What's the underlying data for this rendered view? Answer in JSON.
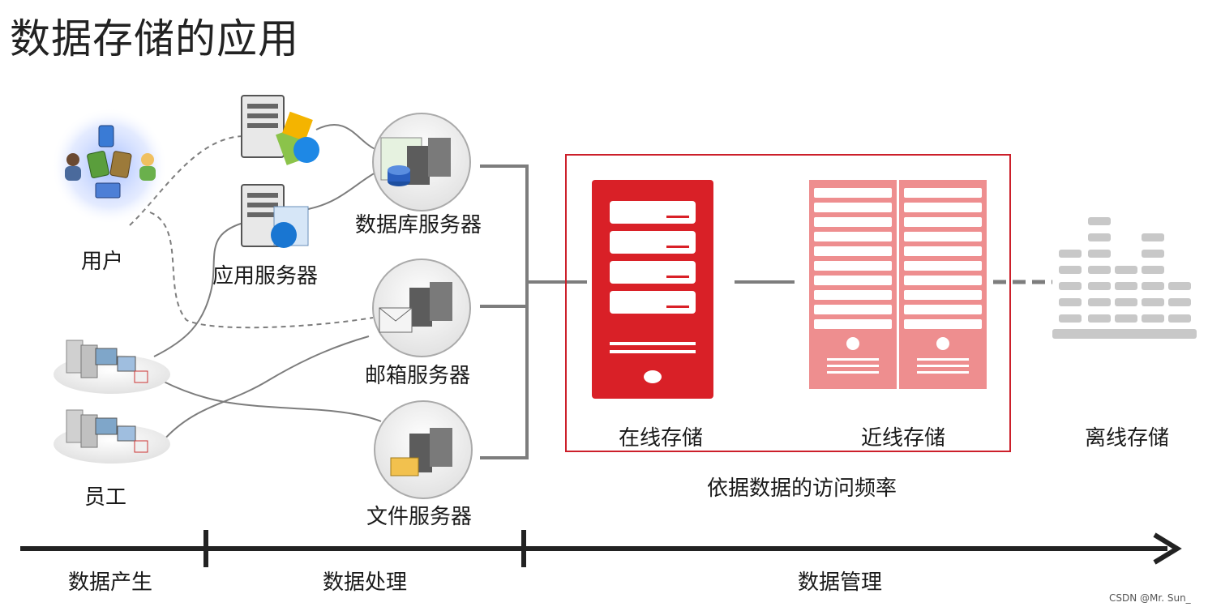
{
  "title": "数据存储的应用",
  "sources": {
    "user": "用户",
    "employee": "员工"
  },
  "servers": {
    "app": "应用服务器",
    "database": "数据库服务器",
    "mail": "邮箱服务器",
    "file": "文件服务器"
  },
  "storage": {
    "online": "在线存储",
    "nearline": "近线存储",
    "offline": "离线存储",
    "caption": "依据数据的访问频率"
  },
  "timeline": {
    "stages": [
      "数据产生",
      "数据处理",
      "数据管理"
    ]
  },
  "watermark": "CSDN @Mr. Sun_",
  "colors": {
    "accent_red": "#d92027",
    "nearline_pink": "#ee8e8f",
    "offline_gray": "#c8c8c8",
    "line_gray": "#888888"
  }
}
